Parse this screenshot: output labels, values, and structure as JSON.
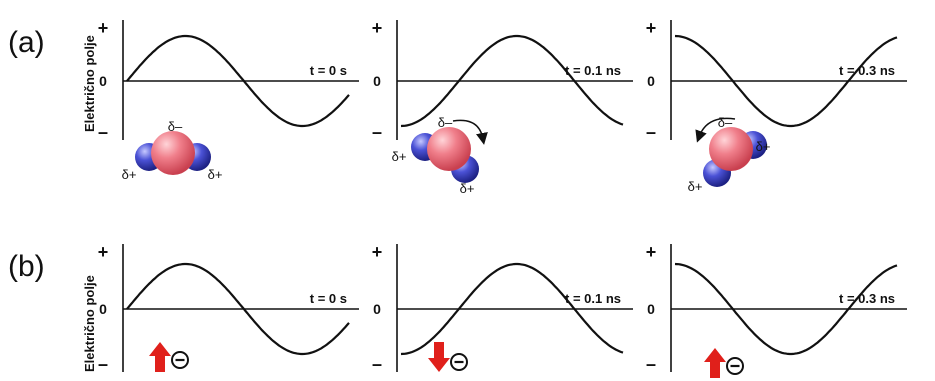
{
  "rows": [
    {
      "id": "a",
      "label": "(a)",
      "panels": [
        {
          "time": "t = 0 s",
          "phase": "sine",
          "molecule": {
            "orientation": "down",
            "delta_minus": "δ–",
            "delta_plus": [
              "δ+",
              "δ+"
            ],
            "rotation_arrow": "none"
          }
        },
        {
          "time": "t = 0.1 ns",
          "phase": "neg",
          "molecule": {
            "orientation": "right",
            "delta_minus": "δ–",
            "delta_plus": [
              "δ+",
              "δ+"
            ],
            "rotation_arrow": "clockwise"
          }
        },
        {
          "time": "t = 0.3 ns",
          "phase": "cos",
          "molecule": {
            "orientation": "left",
            "delta_minus": "δ–",
            "delta_plus": [
              "δ+",
              "δ+"
            ],
            "rotation_arrow": "counterclockwise"
          }
        }
      ]
    },
    {
      "id": "b",
      "label": "(b)",
      "panels": [
        {
          "time": "t = 0 s",
          "phase": "sine",
          "charge": {
            "arrow": "up",
            "symbol": "⊖"
          }
        },
        {
          "time": "t = 0.1 ns",
          "phase": "neg",
          "charge": {
            "arrow": "down",
            "symbol": "⊖"
          }
        },
        {
          "time": "t = 0.3 ns",
          "phase": "cos",
          "charge": {
            "arrow": "up",
            "symbol": "⊖"
          }
        }
      ]
    }
  ],
  "axis": {
    "ylabel": "Električno polje",
    "plus": "+",
    "zero": "0",
    "minus": "–"
  },
  "colors": {
    "oxygen": "#e8697a",
    "hydrogen": "#3a3fb8",
    "arrow": "#e0201b",
    "line": "#111111"
  }
}
